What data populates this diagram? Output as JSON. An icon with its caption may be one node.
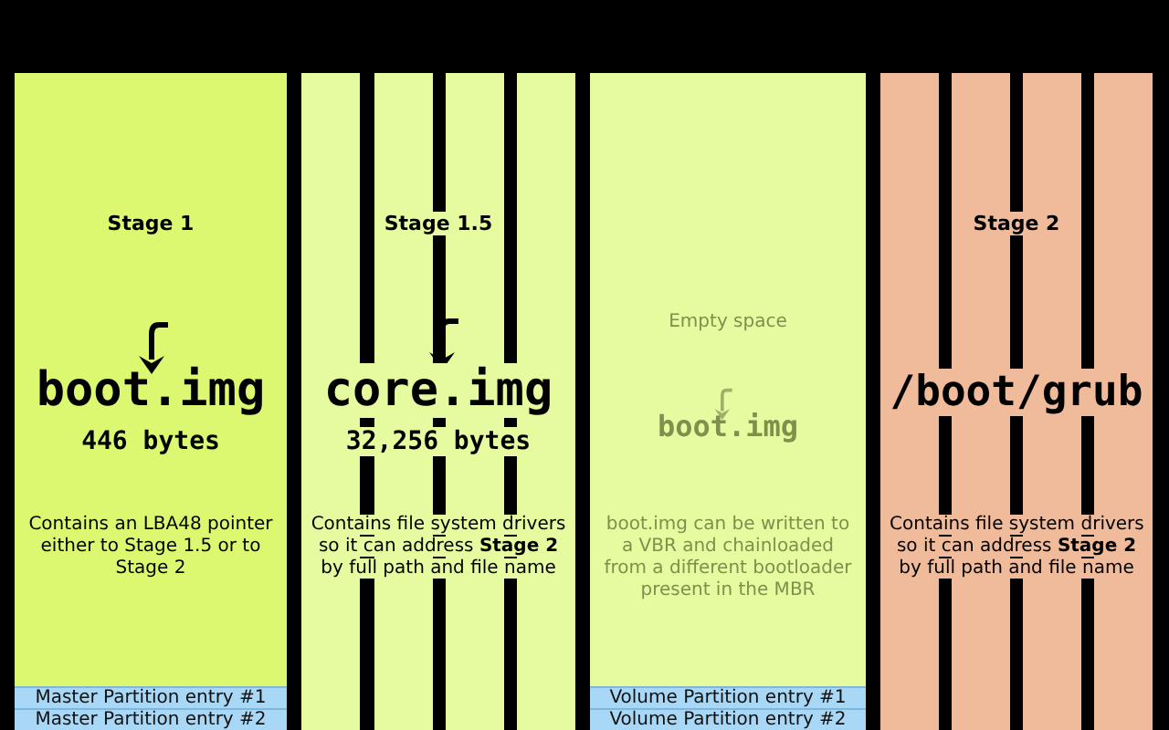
{
  "diagram": {
    "nodes": [
      {
        "text": [
          "Stage 1",
          "boot.img",
          "446 bytes",
          "Contains an LBA48 pointer either to Stage 1.5 or to Stage 2"
        ]
      },
      {
        "text": [
          "Master Partition entry #1"
        ],
        "in": 0
      },
      {
        "text": [
          "Master Partition entry #2"
        ],
        "in": 0
      },
      {
        "text": [
          "Stage 1.5",
          "core.img",
          "32,256 bytes",
          "Contains file system drivers so it can address **Stage 2** by full path and file name"
        ]
      },
      {
        "text": [
          "Empty space",
          "boot.img",
          "boot.img can be written to a VBR and chainloaded from a different bootloader present in the MBR"
        ]
      },
      {
        "text": [
          "Volume Partition entry #1"
        ],
        "in": 4
      },
      {
        "text": [
          "Volume Partition entry #2"
        ],
        "in": 4
      },
      {
        "text": [
          "Stage 2",
          "/boot/grub",
          "Contains file system drivers so it can address **Stage 2** by full path and file name"
        ]
      }
    ]
  }
}
